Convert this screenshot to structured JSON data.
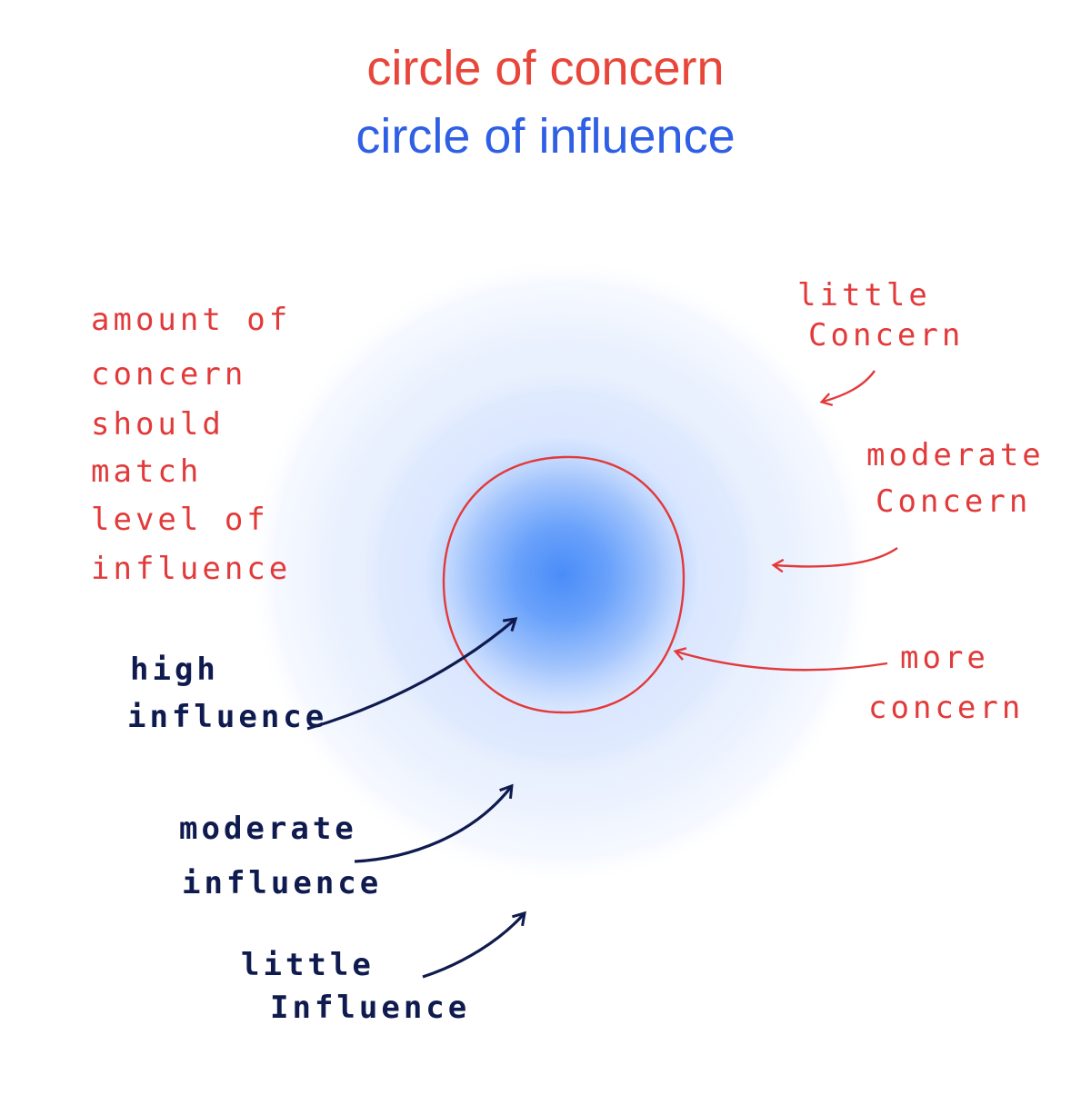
{
  "title": {
    "concern": "circle of concern",
    "influence": "circle of influence"
  },
  "annotations": {
    "note": [
      "amount of",
      "concern",
      "should",
      "match",
      "level of",
      "influence"
    ],
    "little_concern": [
      "little",
      "Concern"
    ],
    "moderate_concern": [
      "moderate",
      "Concern"
    ],
    "more_concern": [
      "more",
      "concern"
    ],
    "high_influence": [
      "high",
      "influence"
    ],
    "moderate_influence": [
      "moderate",
      "influence"
    ],
    "little_influence": [
      "little",
      "Influence"
    ]
  },
  "colors": {
    "concern": "#e8463a",
    "influence": "#2f5fe4",
    "ink_red": "#e23a3a",
    "ink_navy": "#0f1b4f",
    "circle_core": "#4f8ff8",
    "circle_outer": "#e6efff"
  }
}
